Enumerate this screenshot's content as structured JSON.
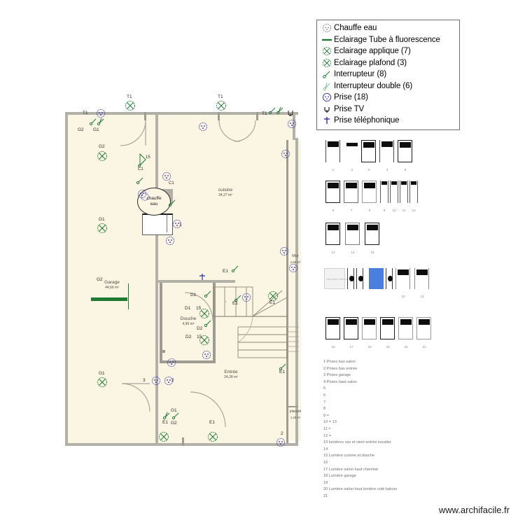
{
  "site": {
    "footer_url": "www.archifacile.fr"
  },
  "legend": {
    "items": [
      {
        "icon": "chauffe-eau-icon",
        "label": "Chauffe eau"
      },
      {
        "icon": "fluorescent-tube-icon",
        "label": "Eclairage Tube à fluorescence"
      },
      {
        "icon": "wall-light-icon",
        "label": "Eclairage applique (7)"
      },
      {
        "icon": "ceiling-light-icon",
        "label": "Eclairage plafond (3)"
      },
      {
        "icon": "switch-icon",
        "label": "Interrupteur (8)"
      },
      {
        "icon": "double-switch-icon",
        "label": "Interrupteur double (6)"
      },
      {
        "icon": "socket-icon",
        "label": "Prise (18)"
      },
      {
        "icon": "tv-socket-icon",
        "label": "Prise  TV"
      },
      {
        "icon": "phone-socket-icon",
        "label": "Prise téléphonique"
      }
    ]
  },
  "colors": {
    "green": "#1f7a34",
    "blue": "#2a2aa8",
    "panel_blue": "#4a7fe0",
    "wall": "#b3b0a7",
    "floor": "#fbf6e4",
    "black": "#0d0d0d"
  },
  "plan": {
    "rooms": [
      {
        "name": "cuisine",
        "area": "34,27 m²"
      },
      {
        "name": "Garage",
        "area": "44,66 m²"
      },
      {
        "name": "Douche",
        "area": "4,96 m²"
      },
      {
        "name": "Entrée",
        "area": "24,28 m²"
      },
      {
        "name": "Mur",
        "area": "4,66 m²"
      },
      {
        "name": "placard",
        "area": "1,25 m²"
      }
    ],
    "water_heater_label_line1": "chauffe",
    "water_heater_label_line2": "eau",
    "tags": [
      "T1",
      "T1",
      "T1",
      "T1",
      "G2",
      "G1",
      "G2",
      "15",
      "C1",
      "C1",
      "G1",
      "G2",
      "D1",
      "D1",
      "15",
      "D2",
      "D2",
      "15",
      "E1",
      "E1",
      "E1",
      "E1",
      "E1",
      "E1",
      "G1",
      "G1",
      "G2",
      "1",
      "2",
      "3",
      "2"
    ]
  },
  "panel": {
    "rows": [
      {
        "breakers": [
          {
            "n": "1",
            "type": "wide-open"
          },
          {
            "n": "2",
            "type": "narrow"
          },
          {
            "n": "3",
            "type": "wide"
          },
          {
            "n": "4",
            "type": "wide-open"
          },
          {
            "n": "5",
            "type": "wide"
          }
        ]
      },
      {
        "breakers": [
          {
            "n": "6",
            "type": "wide"
          },
          {
            "n": "7",
            "type": "wide"
          },
          {
            "n": "8",
            "type": "wide"
          },
          {
            "n": "9",
            "type": "slim"
          },
          {
            "n": "10",
            "type": "slim"
          },
          {
            "n": "11",
            "type": "slim"
          },
          {
            "n": "12",
            "type": "slim"
          }
        ]
      },
      {
        "breakers": [
          {
            "n": "13",
            "type": "wide"
          },
          {
            "n": "14",
            "type": "wide"
          },
          {
            "n": "15",
            "type": "wide"
          }
        ]
      },
      {
        "breakers": [
          {
            "n": "",
            "type": "meter",
            "caption": "interrupteur différentiel"
          },
          {
            "n": "",
            "type": "round"
          },
          {
            "n": "",
            "type": "round"
          },
          {
            "n": "",
            "type": "blue"
          },
          {
            "n": "",
            "type": "round"
          },
          {
            "n": "22",
            "type": "wide"
          },
          {
            "n": "23",
            "type": "wide"
          }
        ]
      },
      {
        "breakers": [
          {
            "n": "16",
            "type": "wide"
          },
          {
            "n": "17",
            "type": "wide"
          },
          {
            "n": "18",
            "type": "wide"
          },
          {
            "n": "19",
            "type": "wide"
          },
          {
            "n": "20",
            "type": "wide"
          },
          {
            "n": "21",
            "type": "wide"
          }
        ]
      }
    ]
  },
  "circuit_list": [
    "1 Prises bas salon",
    "2 Prises bas entrée",
    "3 Prises garage",
    "4 Prises haut salon",
    "5",
    "6",
    "7",
    "8",
    "9 =",
    "10 = 13",
    "11 =",
    "12 =",
    "13 lumières vas et vient entrée escalier",
    "14",
    "15 Lumière cuisine et douche",
    "16",
    "17 Lumière salon haut cheminé",
    "18 Lumière garage",
    "19",
    "20 Lumière salon haut lumière coté balcon",
    "21"
  ]
}
